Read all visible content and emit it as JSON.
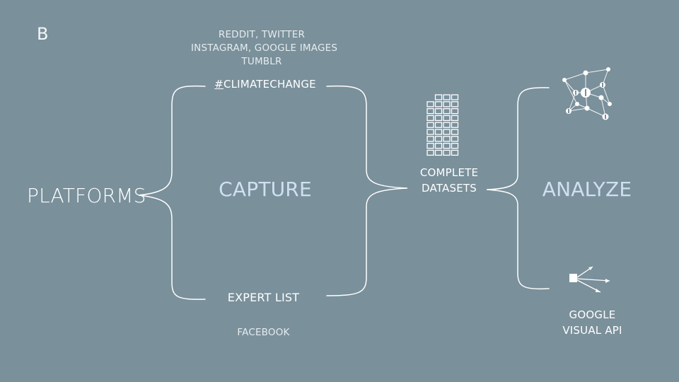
{
  "panel_label": "B",
  "sources": {
    "line1": "REDDIT, TWITTER",
    "line2": "INSTAGRAM, GOOGLE IMAGES",
    "line3": "TUMBLR"
  },
  "hashtag": {
    "hash": "#",
    "text": "CLIMATECHANGE"
  },
  "platforms": "PLATFORMS",
  "capture": "CAPTURE",
  "expert_list": "EXPERT LIST",
  "facebook": "FACEBOOK",
  "datasets": {
    "line1": "COMPLETE",
    "line2": "DATASETS"
  },
  "analyze": "ANALYZE",
  "google_api": {
    "line1": "GOOGLE",
    "line2": "VISUAL API"
  },
  "icons": [
    "dataset-grid-icon",
    "network-graph-icon",
    "vision-api-icon"
  ],
  "colors": {
    "background": "#7a909b",
    "accent": "#cfe0f1",
    "line": "#ffffff"
  }
}
